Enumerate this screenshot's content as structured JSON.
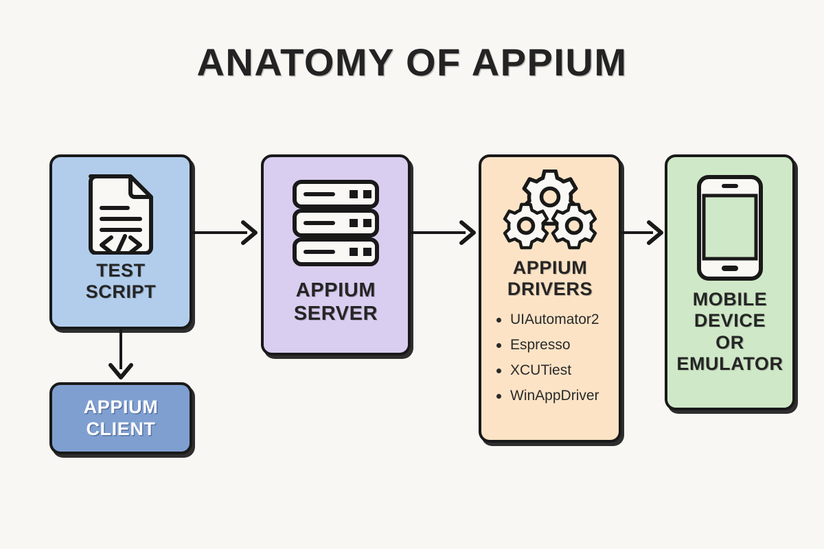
{
  "page": {
    "title": "ANATOMY OF APPIUM",
    "background_color": "#f8f7f3"
  },
  "nodes": [
    {
      "id": "test-script",
      "label": "TEST\nSCRIPT",
      "label_line1": "TEST",
      "label_line2": "SCRIPT",
      "icon": "document-code-icon",
      "fill_color": "#b2cdec",
      "text_color": "#252525"
    },
    {
      "id": "appium-client",
      "label": "APPIUM\nCLIENT",
      "label_line1": "APPIUM",
      "label_line2": "CLIENT",
      "icon": "none",
      "fill_color": "#7f9fd1",
      "text_color": "#ffffff"
    },
    {
      "id": "appium-server",
      "label": "APPIUM\nSERVER",
      "label_line1": "APPIUM",
      "label_line2": "SERVER",
      "icon": "server-rack-icon",
      "fill_color": "#d9cdf0",
      "text_color": "#252525"
    },
    {
      "id": "appium-drivers",
      "label": "APPIUM\nDRIVERS",
      "label_line1": "APPIUM",
      "label_line2": "DRIVERS",
      "icon": "gears-icon",
      "fill_color": "#fce3c6",
      "text_color": "#252525",
      "list": [
        "UIAutomator2",
        "Espresso",
        "XCUTiest",
        "WinAppDriver"
      ]
    },
    {
      "id": "mobile-device",
      "label": "MOBILE\nDEVICE\nOR\nEMULATOR",
      "label_line1": "MOBILE",
      "label_line2": "DEVICE",
      "label_line3": "OR",
      "label_line4": "EMULATOR",
      "icon": "smartphone-icon",
      "fill_color": "#cfe8c7",
      "text_color": "#252525"
    }
  ],
  "connectors": [
    {
      "id": "test-script-to-appium-server",
      "from": "test-script",
      "to": "appium-server",
      "direction": "right"
    },
    {
      "id": "appium-server-to-appium-drivers",
      "from": "appium-server",
      "to": "appium-drivers",
      "direction": "right"
    },
    {
      "id": "appium-drivers-to-mobile-device",
      "from": "appium-drivers",
      "to": "mobile-device",
      "direction": "right"
    },
    {
      "id": "test-script-to-appium-client",
      "from": "test-script",
      "to": "appium-client",
      "direction": "down"
    }
  ]
}
